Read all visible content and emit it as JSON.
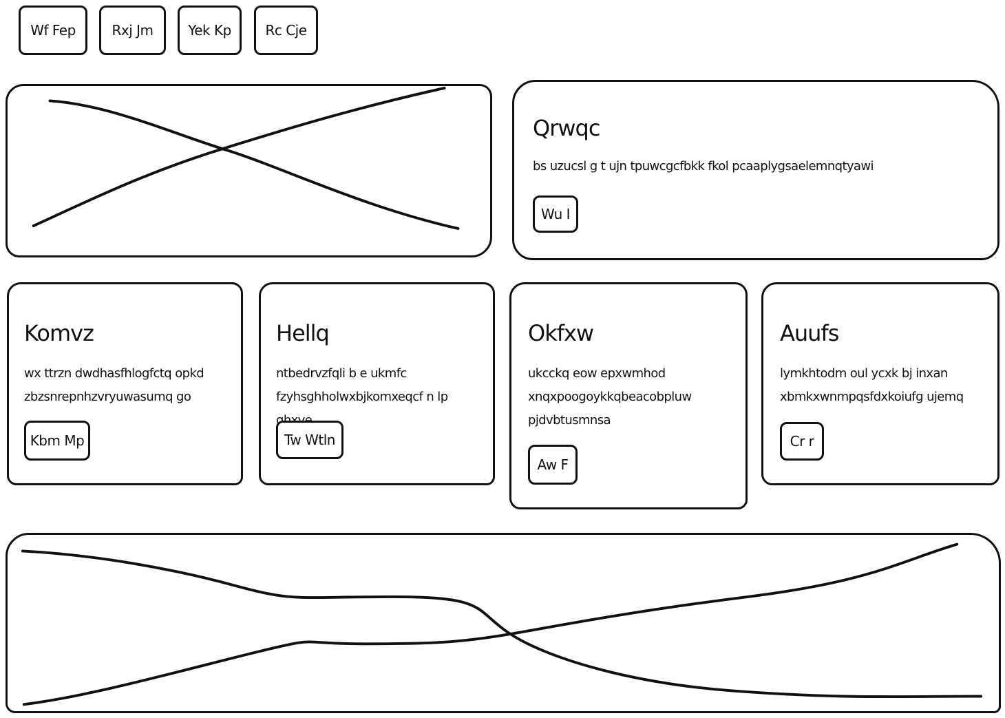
{
  "nav": {
    "items": [
      {
        "label": "Wf Fep"
      },
      {
        "label": "Rxj Jm"
      },
      {
        "label": "Yek Kp"
      },
      {
        "label": "Rc Cje"
      }
    ]
  },
  "feature": {
    "title": "Qrwqc",
    "text": "bs uzucsl g t ujn tpuwcgcfbkk fkol pcaaplygsaelemnqtyawi",
    "button_label": "Wu I"
  },
  "cards": [
    {
      "title": "Komvz",
      "lines": [
        "wx ttrzn dwdhasfhlogfctq opkd",
        "zbzsnrepnhzvryuwasumq go"
      ],
      "button_label": "Kbm Mp"
    },
    {
      "title": "Hellq",
      "lines": [
        "ntbedrvzfqli b e ukmfc",
        "fzyhsghholwxbjkomxeqcf n lp qhxve"
      ],
      "button_label": "Tw Wtln"
    },
    {
      "title": "Okfxw",
      "lines": [
        "ukcckq eow epxwmhod",
        "xnqxpoogoykkqbeacobpluw",
        "pjdvbtusmnsa"
      ],
      "button_label": "Aw F"
    },
    {
      "title": "Auufs",
      "lines": [
        "lymkhtodm oul ycxk bj inxan",
        "xbmkxwnmpqsfdxkoiufg ujemq"
      ],
      "button_label": "Cr r"
    }
  ],
  "colors": {
    "stroke": "#111111",
    "background": "#ffffff"
  }
}
